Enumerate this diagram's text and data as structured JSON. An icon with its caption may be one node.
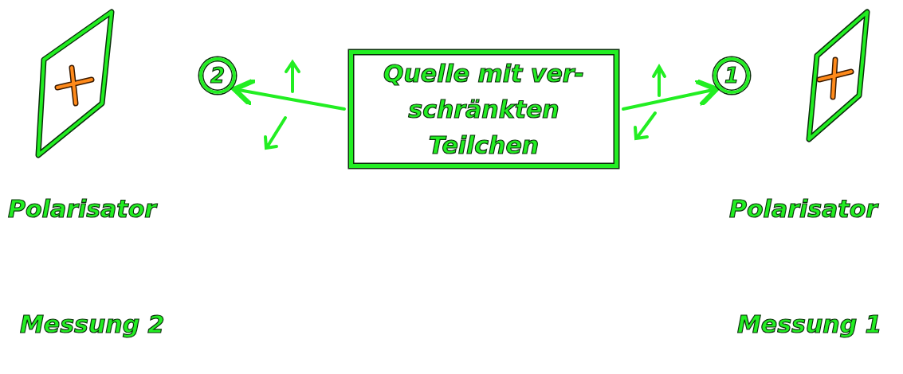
{
  "diagram": {
    "nodes": [
      {
        "text": [
          "2"
        ]
      },
      {
        "text": [
          "Quelle mit ver- schränkten Teilchen"
        ]
      },
      {
        "text": [
          "1"
        ]
      }
    ],
    "edges": [
      {
        "from": 1,
        "to": 0,
        "arrow": "to"
      },
      {
        "from": 1,
        "to": 2,
        "arrow": "to"
      }
    ],
    "labels": [
      "Polarisator",
      "Polarisator",
      "Messung 2",
      "Messung 1"
    ]
  }
}
